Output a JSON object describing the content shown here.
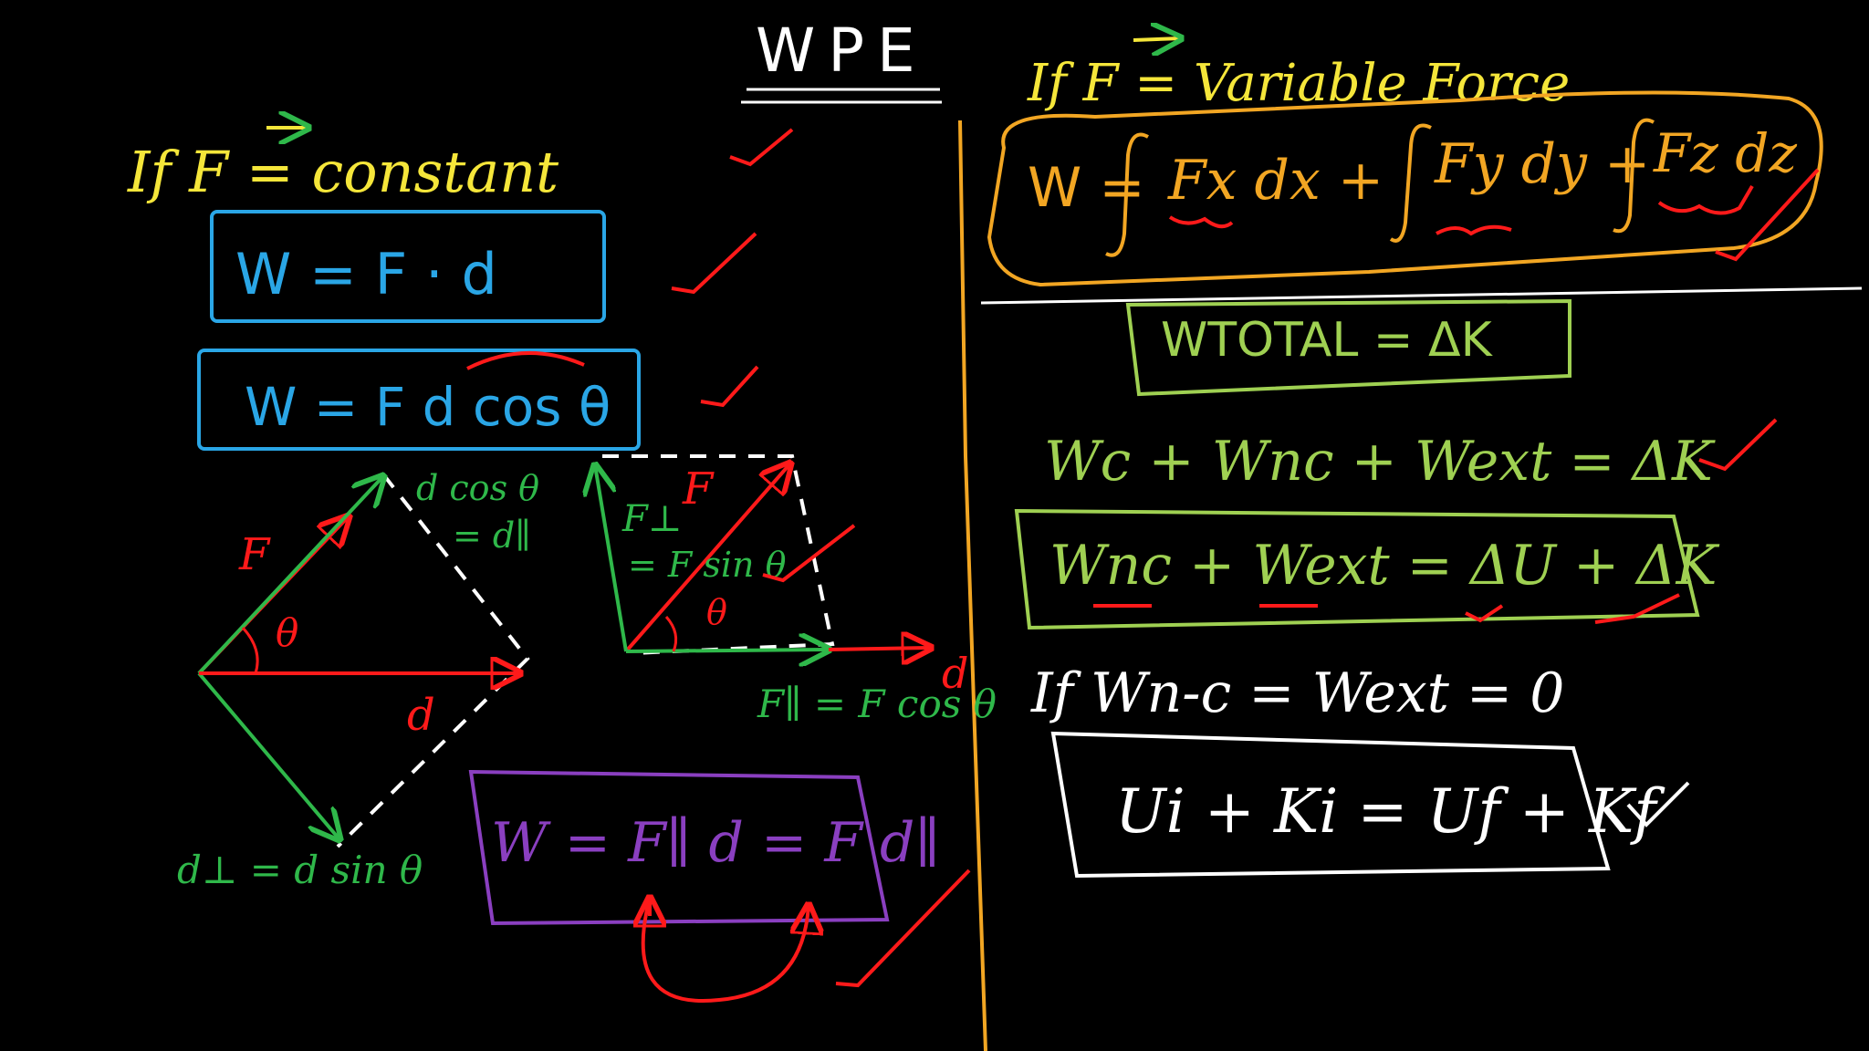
{
  "colors": {
    "background": "#000000",
    "white": "#ffffff",
    "yellow": "#f5e63a",
    "orange": "#f2a623",
    "blue": "#2aa6e6",
    "green": "#2fb84a",
    "lime": "#9fd052",
    "red": "#ff1a1a",
    "purple": "#8a3fc0"
  },
  "title": "WPE",
  "left": {
    "condition": "If  F = constant",
    "formula_dot": "W = F · d",
    "formula_cos": "W = F d cos θ",
    "diagram1": {
      "force_label": "F",
      "angle_label": "θ",
      "disp_label": "d",
      "par_component": "d cos θ",
      "par_component2": "= d∥",
      "perp_component": "d⊥ = d sin θ"
    },
    "diagram2": {
      "force_label": "F",
      "angle_label": "θ",
      "disp_label": "d",
      "perp_component": "F⊥",
      "perp_component2": "= F sin θ",
      "par_component": "F∥ = F cos θ"
    },
    "formula_par": "W = F∥ d = F d∥"
  },
  "right": {
    "condition": "If  F = Variable Force",
    "integral_W": "W =",
    "integral_terms": [
      "Fx dx +",
      "Fy dy +",
      "Fz dz"
    ],
    "work_energy": "WTOTAL = ΔK",
    "decomposition": "Wc + Wnc + Wext = ΔK",
    "nonconservative": "Wnc + Wext = ΔU + ΔK",
    "condition2": "If  Wn-c = Wext = 0",
    "conservation": "Ui + Ki = Uf + Kf"
  }
}
